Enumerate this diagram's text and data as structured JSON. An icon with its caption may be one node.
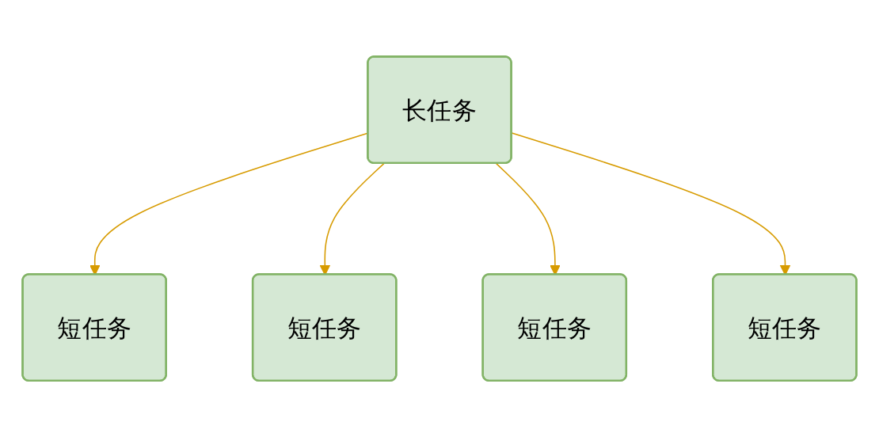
{
  "diagram": {
    "nodes": [
      {
        "text": [
          "长任务"
        ]
      },
      {
        "text": [
          "短任务"
        ]
      },
      {
        "text": [
          "短任务"
        ]
      },
      {
        "text": [
          "短任务"
        ]
      },
      {
        "text": [
          "短任务"
        ]
      }
    ],
    "edges": [
      {
        "from": 0,
        "to": 1,
        "arrow": "to",
        "color": "#d79b00"
      },
      {
        "from": 0,
        "to": 2,
        "arrow": "to",
        "color": "#d79b00"
      },
      {
        "from": 0,
        "to": 3,
        "arrow": "to",
        "color": "#d79b00"
      },
      {
        "from": 0,
        "to": 4,
        "arrow": "to",
        "color": "#d79b00"
      }
    ]
  }
}
